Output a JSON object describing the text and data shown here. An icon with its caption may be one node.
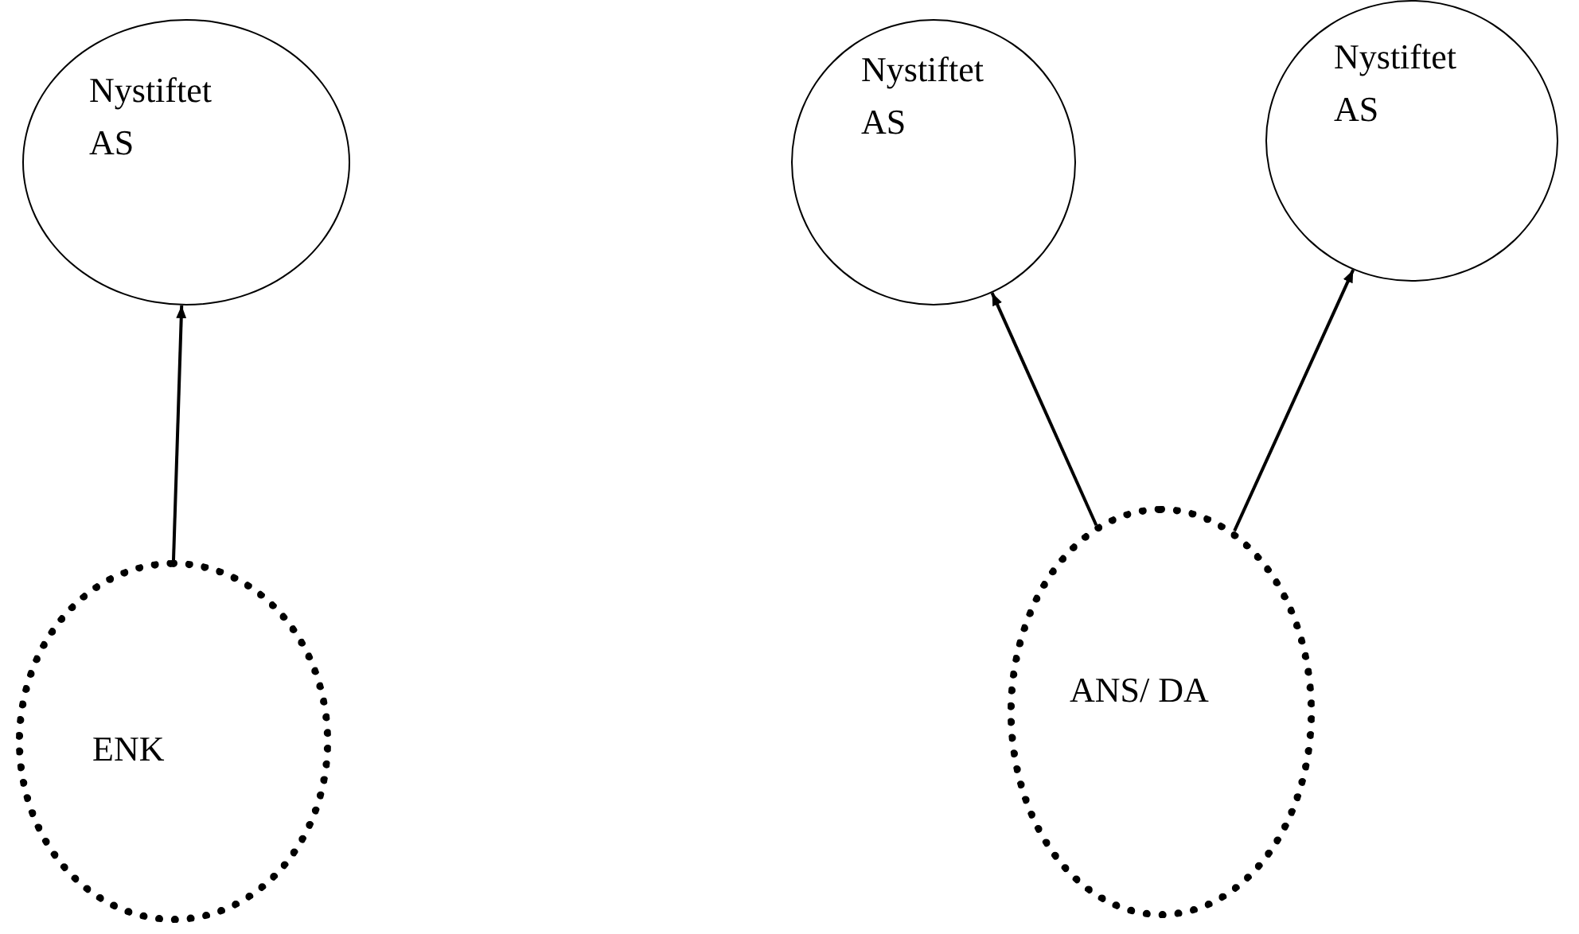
{
  "diagram": {
    "nodes": [
      {
        "text": [
          "Nystiftet AS"
        ]
      },
      {
        "text": [
          "ENK"
        ]
      },
      {
        "text": [
          "Nystiftet AS"
        ]
      },
      {
        "text": [
          "Nystiftet AS"
        ]
      },
      {
        "text": [
          "ANS/ DA"
        ]
      }
    ],
    "edges": [
      {
        "from": 1,
        "to": 0,
        "arrow": "to"
      },
      {
        "from": 4,
        "to": 2,
        "arrow": "to"
      },
      {
        "from": 4,
        "to": 3,
        "arrow": "to"
      }
    ]
  }
}
